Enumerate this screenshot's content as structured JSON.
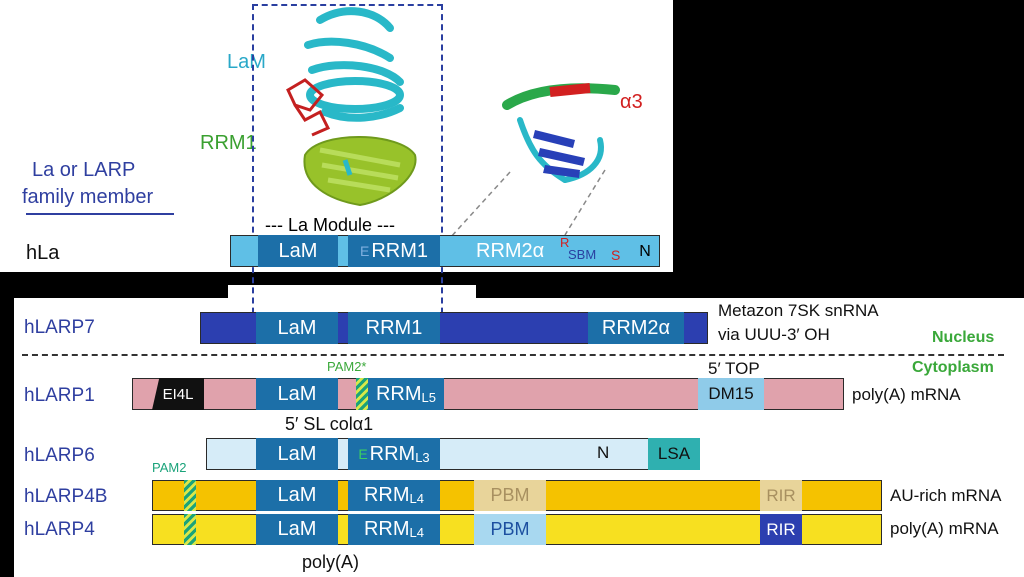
{
  "top_panel": {
    "header_line1": "La or LARP",
    "header_line2": "family member",
    "structure_labels": {
      "lam": "LaM",
      "rrm1": "RRM1",
      "alpha3": "α3",
      "la_module": "--- La Module ---"
    }
  },
  "colors": {
    "domain_dark": "#1c6fa8",
    "domain_light": "#5fbfe6",
    "larp7_bar": "#2c3fb0",
    "larp1_bar": "#e0a2ac",
    "larp6_bar": "#d6ecf8",
    "larp4b_bar": "#f5c200",
    "larp4_bar": "#f7e020",
    "nucleus": "#3aa83a",
    "module_dash": "#2a3fa0"
  },
  "proteins": {
    "hla": {
      "name": "hLa",
      "lam": "LaM",
      "e": "E",
      "rrm1": "RRM1",
      "rrm2": "RRM2α",
      "r": "R",
      "sbm": "SBM",
      "s": "S",
      "n": "N"
    },
    "hlarp7": {
      "name": "hLARP7",
      "lam": "LaM",
      "rrm1": "RRM1",
      "rrm2": "RRM2α",
      "annotation_line1": "Metazon 7SK snRNA",
      "annotation_line2": "via UUU-3′ OH"
    },
    "hlarp1": {
      "name": "hLARP1",
      "ei4l": "EI4L",
      "pam2_star": "PAM2*",
      "lam": "LaM",
      "rrm": "RRM",
      "rrm_sub": "L5",
      "top_label": "5′ TOP",
      "dm15": "DM15",
      "annotation": "poly(A) mRNA"
    },
    "hlarp6": {
      "name": "hLARP6",
      "above_label": "5′ SL colα1",
      "lam": "LaM",
      "e": "E",
      "rrm": "RRM",
      "rrm_sub": "L3",
      "n": "N",
      "lsa": "LSA"
    },
    "hlarp4b": {
      "name": "hLARP4B",
      "pam2": "PAM2",
      "lam": "LaM",
      "rrm": "RRM",
      "rrm_sub": "L4",
      "pbm": "PBM",
      "rir": "RIR",
      "annotation": "AU-rich mRNA"
    },
    "hlarp4": {
      "name": "hLARP4",
      "lam": "LaM",
      "rrm": "RRM",
      "rrm_sub": "L4",
      "pbm": "PBM",
      "rir": "RIR",
      "annotation": "poly(A) mRNA",
      "below_label": "poly(A)"
    }
  },
  "compartments": {
    "nucleus": "Nucleus",
    "cytoplasm": "Cytoplasm"
  }
}
